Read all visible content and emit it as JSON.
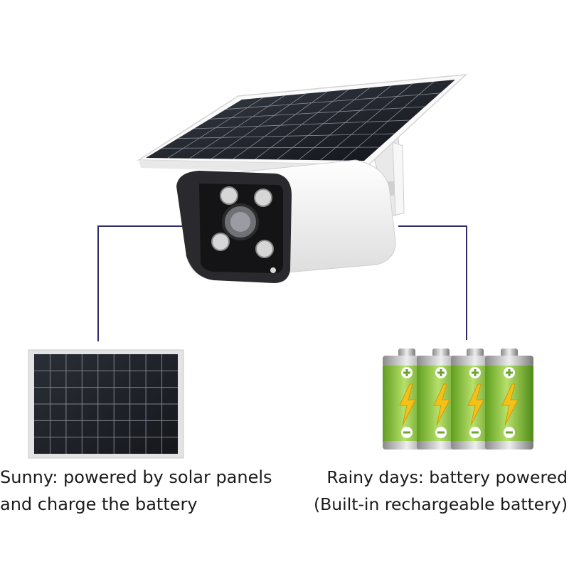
{
  "captions": {
    "left": {
      "line1": "Sunny: powered by solar panels",
      "line2": "and charge the battery"
    },
    "right": {
      "line1": "Rainy days: battery powered",
      "line2": "(Built-in rechargeable battery)"
    }
  },
  "icons": {
    "battery_plus": "plus-icon",
    "battery_minus": "minus-icon",
    "battery_bolt": "lightning-bolt-icon"
  },
  "colors": {
    "connector_line": "#2d2d6e",
    "battery_green": "#8cc63f",
    "battery_bolt": "#f2c21b",
    "solar_cell": "#1c1f26",
    "camera_body": "#f4f4f4"
  }
}
